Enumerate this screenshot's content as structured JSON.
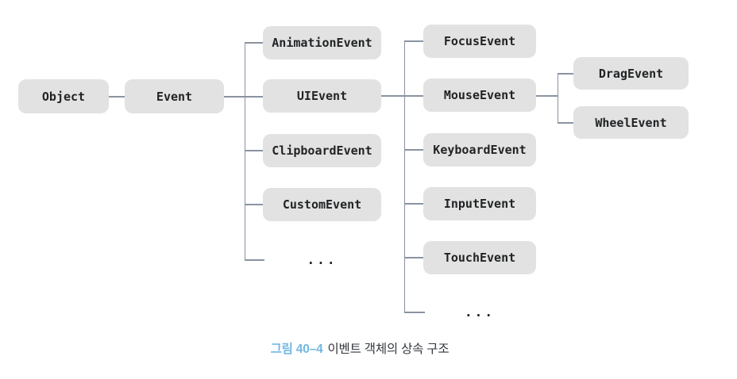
{
  "diagram": {
    "title": "event-object-inheritance-tree",
    "nodes": {
      "object": {
        "label": "Object"
      },
      "event": {
        "label": "Event"
      },
      "animation": {
        "label": "AnimationEvent"
      },
      "ui": {
        "label": "UIEvent"
      },
      "clipboard": {
        "label": "ClipboardEvent"
      },
      "custom": {
        "label": "CustomEvent"
      },
      "focus": {
        "label": "FocusEvent"
      },
      "mouse": {
        "label": "MouseEvent"
      },
      "keyboard": {
        "label": "KeyboardEvent"
      },
      "input": {
        "label": "InputEvent"
      },
      "touch": {
        "label": "TouchEvent"
      },
      "drag": {
        "label": "DragEvent"
      },
      "wheel": {
        "label": "WheelEvent"
      }
    },
    "ellipsis": "...",
    "edges": [
      [
        "Object",
        "Event"
      ],
      [
        "Event",
        "AnimationEvent"
      ],
      [
        "Event",
        "UIEvent"
      ],
      [
        "Event",
        "ClipboardEvent"
      ],
      [
        "Event",
        "CustomEvent"
      ],
      [
        "Event",
        "..."
      ],
      [
        "UIEvent",
        "FocusEvent"
      ],
      [
        "UIEvent",
        "MouseEvent"
      ],
      [
        "UIEvent",
        "KeyboardEvent"
      ],
      [
        "UIEvent",
        "InputEvent"
      ],
      [
        "UIEvent",
        "TouchEvent"
      ],
      [
        "UIEvent",
        "..."
      ],
      [
        "MouseEvent",
        "DragEvent"
      ],
      [
        "MouseEvent",
        "WheelEvent"
      ]
    ]
  },
  "caption": {
    "label": "그림 40–4",
    "text": "이벤트 객체의 상속 구조"
  },
  "colors": {
    "box_fill": "#e2e2e2",
    "box_text": "#212325",
    "connector_line": "#8a93a1",
    "caption_label_blue": "#74b7e3",
    "caption_text": "#33373d",
    "background": "#ffffff"
  }
}
